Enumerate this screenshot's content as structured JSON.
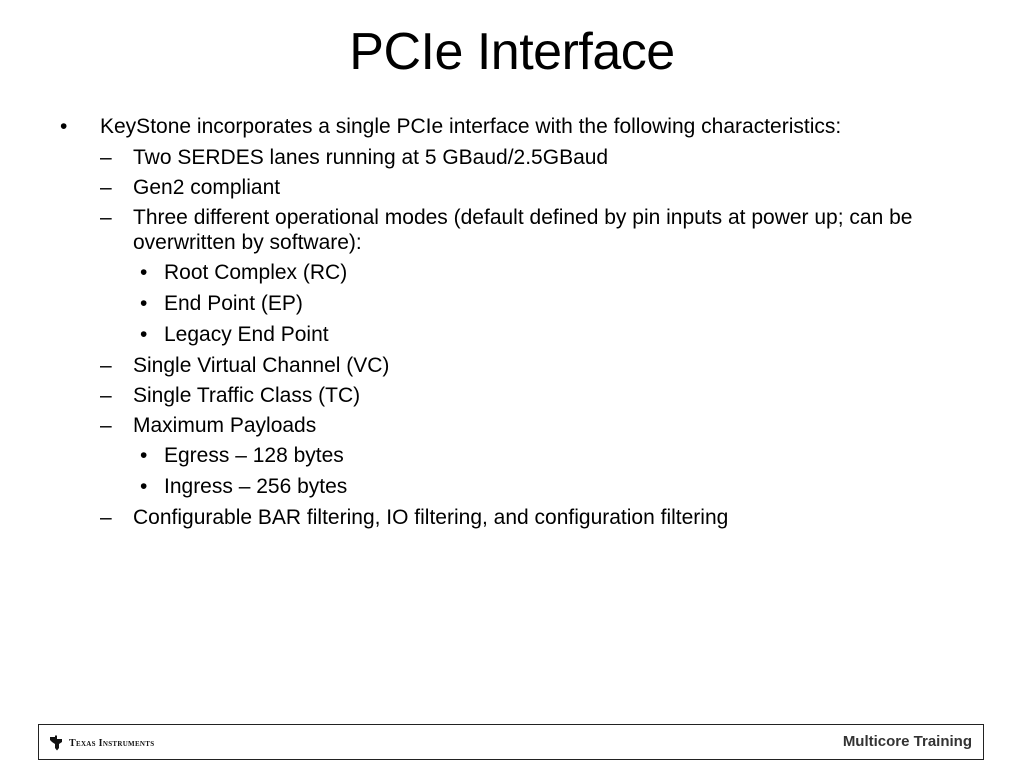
{
  "slide": {
    "title": "PCIe Interface",
    "bullets": [
      {
        "level": 1,
        "marker": "•",
        "text": "KeyStone incorporates a single PCIe interface with the following characteristics:"
      },
      {
        "level": 2,
        "marker": "–",
        "text": "Two SERDES lanes running at 5 GBaud/2.5GBaud"
      },
      {
        "level": 2,
        "marker": "–",
        "text": "Gen2 compliant"
      },
      {
        "level": 2,
        "marker": "–",
        "text": "Three different operational modes (default defined by pin inputs at power up; can be overwritten by software):"
      },
      {
        "level": 3,
        "marker": "•",
        "text": "Root Complex (RC)"
      },
      {
        "level": 3,
        "marker": "•",
        "text": "End Point (EP)"
      },
      {
        "level": 3,
        "marker": "•",
        "text": "Legacy End Point"
      },
      {
        "level": 2,
        "marker": "–",
        "text": "Single Virtual Channel (VC)"
      },
      {
        "level": 2,
        "marker": "–",
        "text": "Single Traffic Class (TC)"
      },
      {
        "level": 2,
        "marker": "–",
        "text": "Maximum Payloads"
      },
      {
        "level": 3,
        "marker": "•",
        "text": "Egress – 128 bytes"
      },
      {
        "level": 3,
        "marker": "•",
        "text": "Ingress – 256 bytes"
      },
      {
        "level": 2,
        "marker": "–",
        "text": "Configurable BAR filtering, IO filtering, and configuration filtering"
      }
    ]
  },
  "footer": {
    "logo_icon": "texas-instruments-logo-icon",
    "logo_text": "Texas Instruments",
    "right_text": "Multicore Training"
  }
}
